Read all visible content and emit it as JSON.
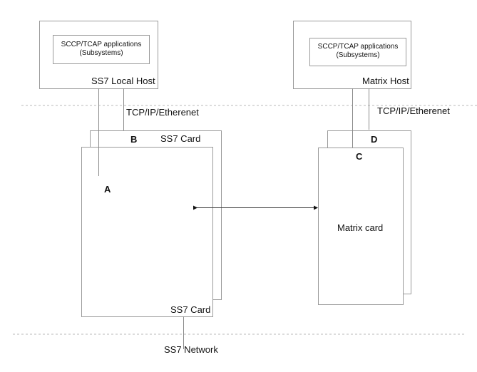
{
  "diagram": {
    "local_host": {
      "apps_line1": "SCCP/TCAP applications",
      "apps_line2": "(Subsystems)",
      "label": "SS7 Local Host"
    },
    "matrix_host": {
      "apps_line1": "SCCP/TCAP applications",
      "apps_line2": "(Subsystems)",
      "label": "Matrix Host"
    },
    "links": {
      "left_tcp": "TCP/IP/Etherenet",
      "right_tcp": "TCP/IP/Etherenet"
    },
    "ss7_card": {
      "back_label": "SS7 Card",
      "back_point": "B",
      "front_point": "A",
      "front_label": "SS7 Card"
    },
    "matrix_card": {
      "back_point": "D",
      "front_point": "C",
      "label": "Matrix card"
    },
    "network_label": "SS7 Network",
    "colors": {
      "line": "#9a9a9a",
      "dashed": "#b8b8b8",
      "text": "#111111"
    }
  }
}
